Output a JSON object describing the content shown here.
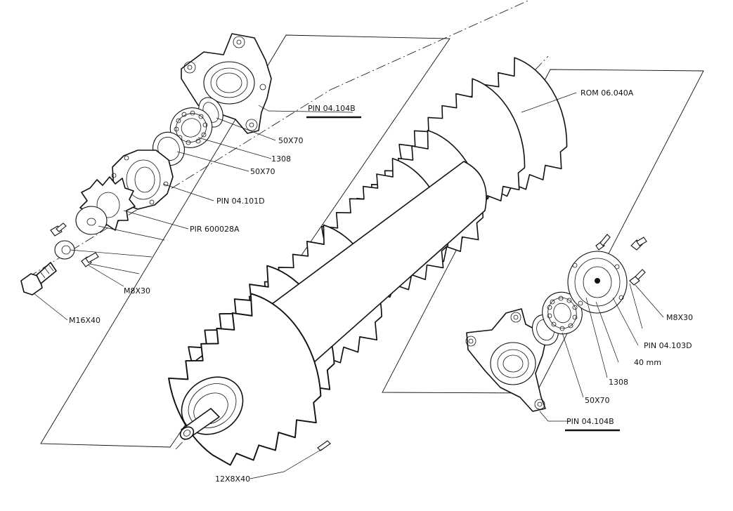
{
  "labels": {
    "pin_top": "PIN 04.104B",
    "rom": "ROM 06.040A",
    "seal_a": "50X70",
    "bearing_a": "1308",
    "seal_b": "50X70",
    "pin_101": "PIN 04.101D",
    "pir": "PIR 600028A",
    "bolt_m8_left": "M8X30",
    "bolt_m16": "M16X40",
    "key": "12X8X40",
    "bolt_m8_right": "M8X30",
    "pin_103": "PIN 04.103D",
    "dim_40": "40 mm",
    "bearing_b": "1308",
    "seal_c": "50X70",
    "pin_bottom": "PIN 04.104B"
  }
}
